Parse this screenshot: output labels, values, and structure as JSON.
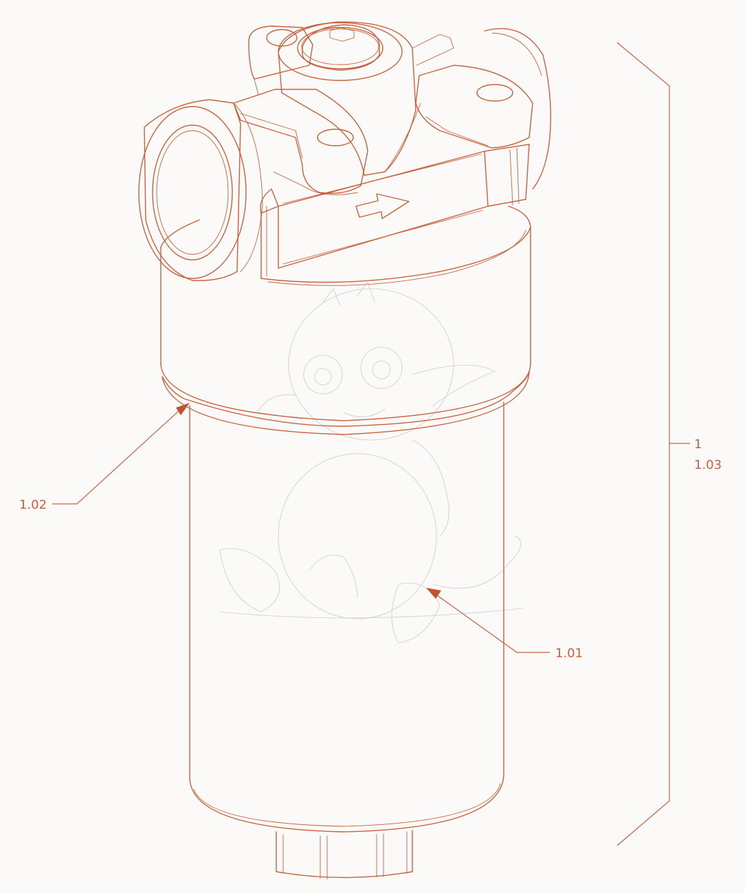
{
  "colors": {
    "line": "#c9603a",
    "arrow": "#c0532c",
    "background": "#fbfaf8"
  },
  "callouts": {
    "housing_joint": "1.02",
    "filter_bowl": "1.01",
    "assembly": "1",
    "assembly_sub": "1.03"
  }
}
